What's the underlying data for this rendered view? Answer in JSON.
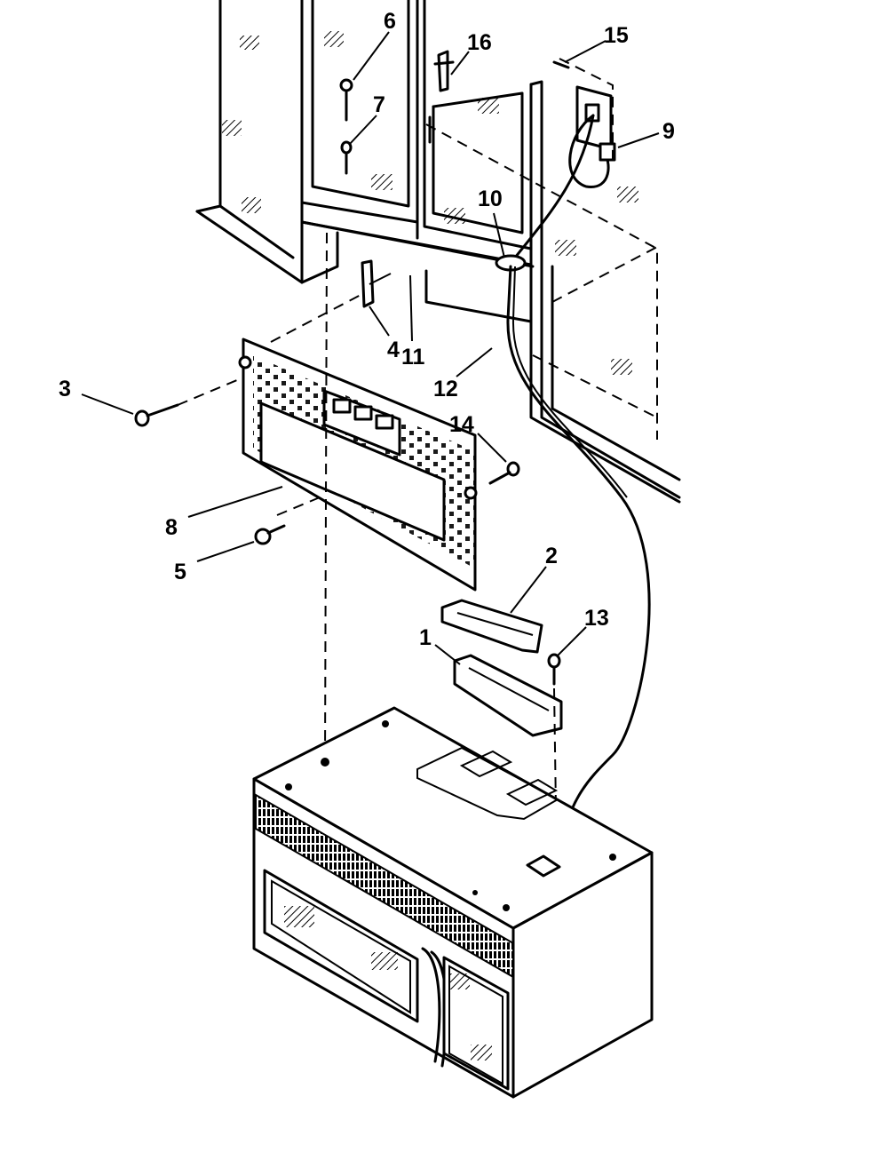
{
  "diagram": {
    "type": "exploded-parts-diagram",
    "callouts": [
      {
        "id": "c1",
        "label": "1"
      },
      {
        "id": "c2",
        "label": "2"
      },
      {
        "id": "c3",
        "label": "3"
      },
      {
        "id": "c4",
        "label": "4"
      },
      {
        "id": "c5",
        "label": "5"
      },
      {
        "id": "c6",
        "label": "6"
      },
      {
        "id": "c7",
        "label": "7"
      },
      {
        "id": "c8",
        "label": "8"
      },
      {
        "id": "c9",
        "label": "9"
      },
      {
        "id": "c10",
        "label": "10"
      },
      {
        "id": "c11",
        "label": "11"
      },
      {
        "id": "c12",
        "label": "12"
      },
      {
        "id": "c13",
        "label": "13"
      },
      {
        "id": "c14",
        "label": "14"
      },
      {
        "id": "c15",
        "label": "15"
      },
      {
        "id": "c16",
        "label": "16"
      }
    ]
  }
}
